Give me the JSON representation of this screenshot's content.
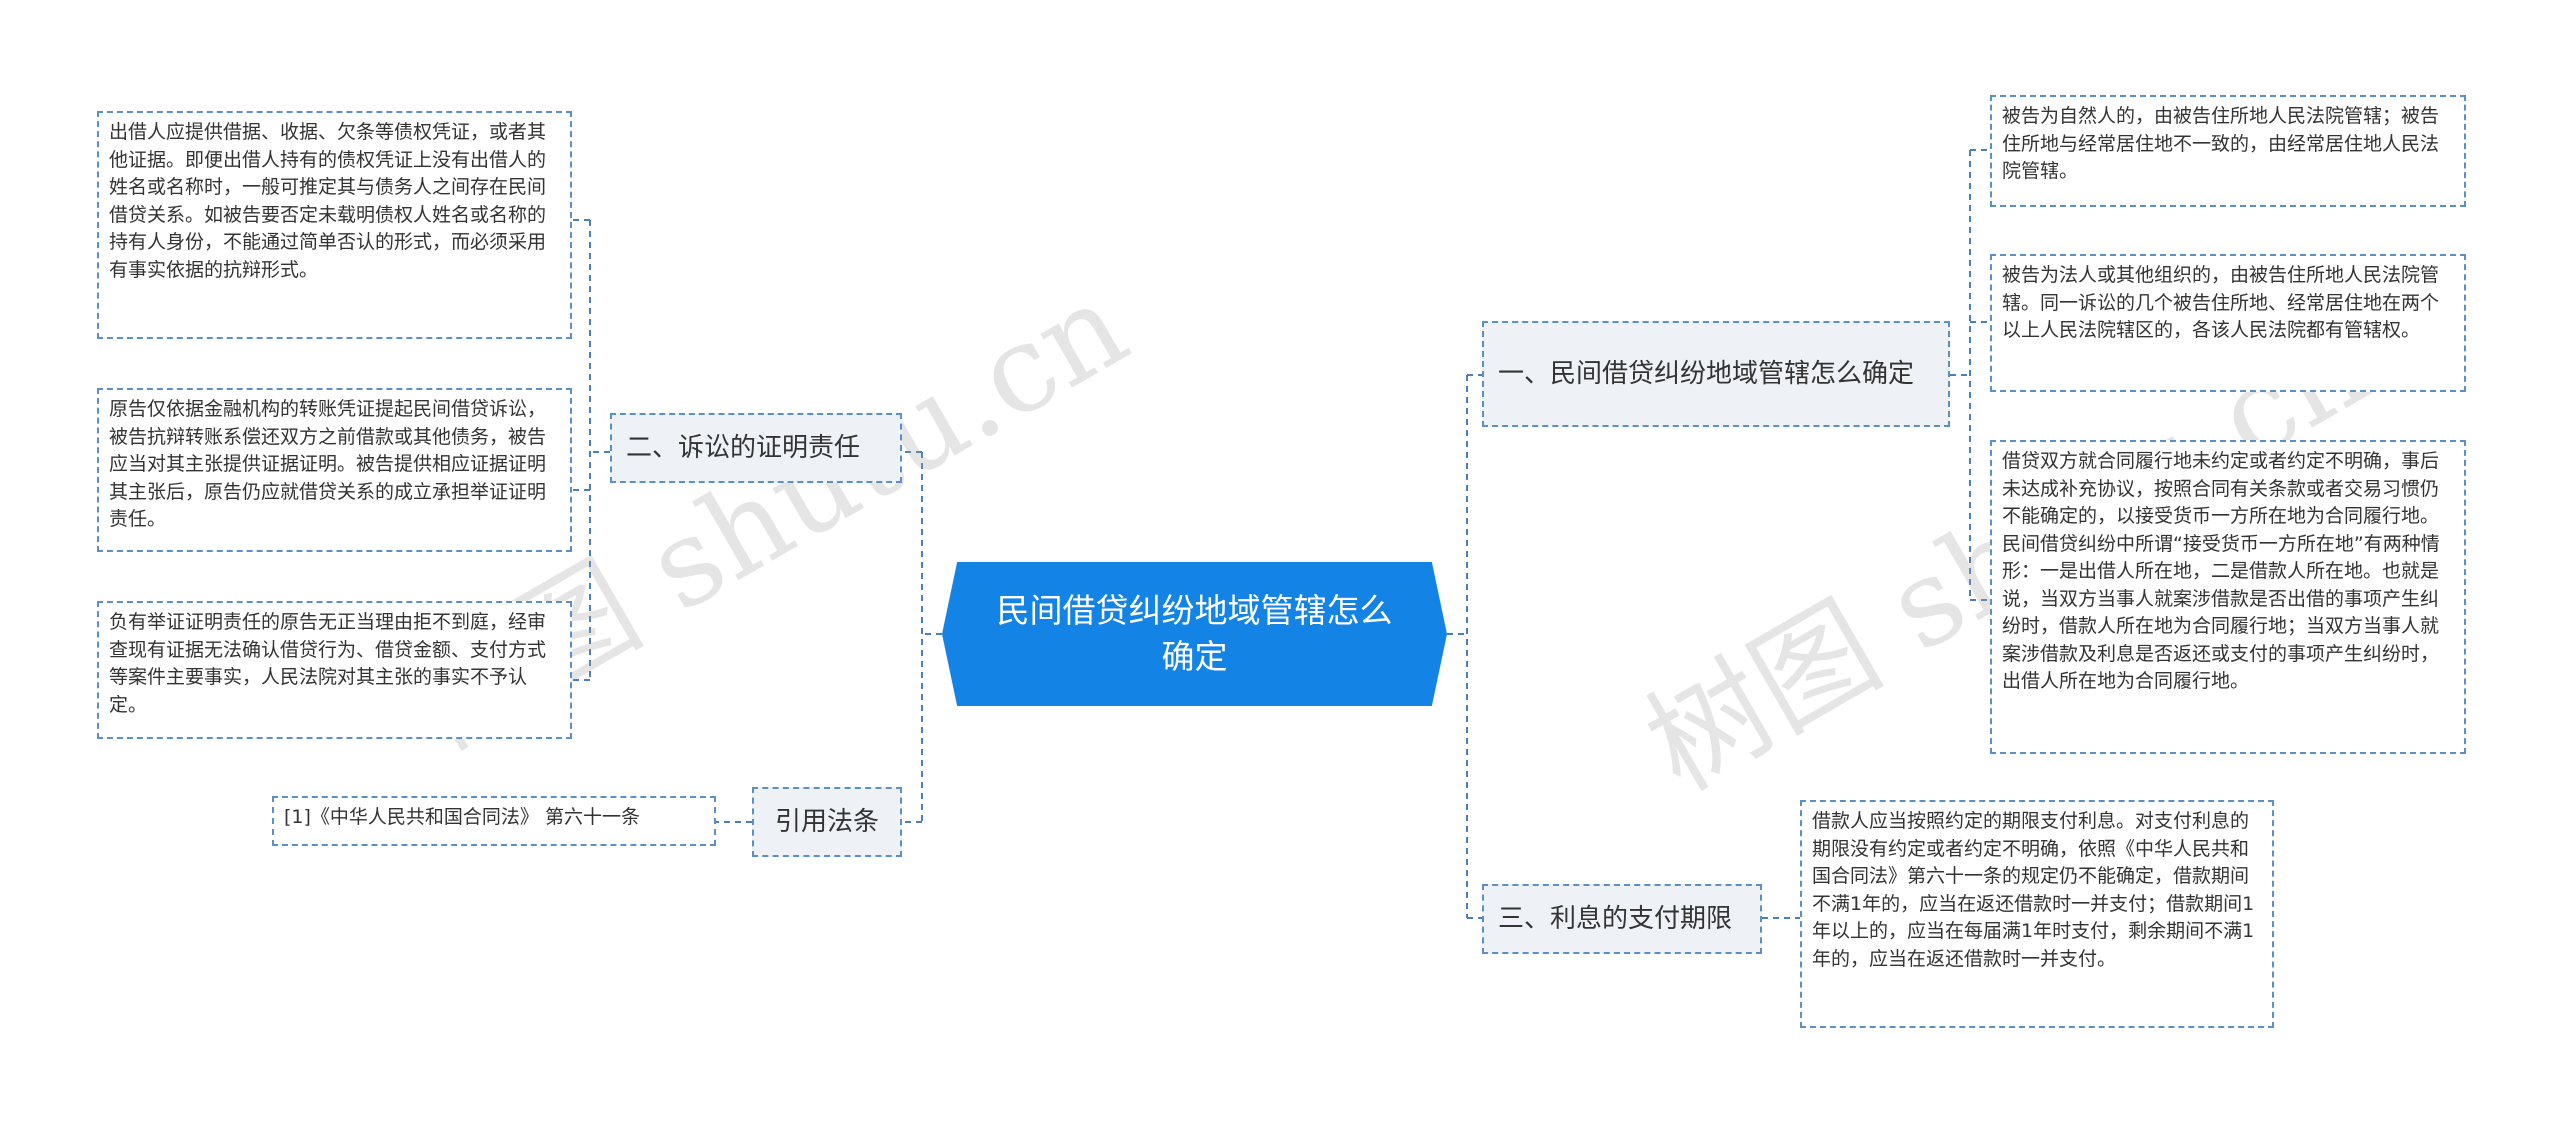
{
  "root": {
    "label": "民间借贷纠纷地域管辖怎么确定"
  },
  "left": {
    "burden": {
      "label": "二、诉讼的证明责任",
      "leaves": [
        "出借人应提供借据、收据、欠条等债权凭证，或者其他证据。即便出借人持有的债权凭证上没有出借人的姓名或名称时，一般可推定其与债务人之间存在民间借贷关系。如被告要否定未载明债权人姓名或名称的持有人身份，不能通过简单否认的形式，而必须采用有事实依据的抗辩形式。",
        "原告仅依据金融机构的转账凭证提起民间借贷诉讼，被告抗辩转账系偿还双方之前借款或其他债务，被告应当对其主张提供证据证明。被告提供相应证据证明其主张后，原告仍应就借贷关系的成立承担举证证明责任。",
        "负有举证证明责任的原告无正当理由拒不到庭，经审查现有证据无法确认借贷行为、借贷金额、支付方式等案件主要事实，人民法院对其主张的事实不予认定。"
      ]
    },
    "citation": {
      "label": "引用法条",
      "leaves": [
        "[1]《中华人民共和国合同法》 第六十一条"
      ]
    }
  },
  "right": {
    "jurisdiction": {
      "label": "一、民间借贷纠纷地域管辖怎么确定",
      "leaves": [
        "被告为自然人的，由被告住所地人民法院管辖；被告住所地与经常居住地不一致的，由经常居住地人民法院管辖。",
        "被告为法人或其他组织的，由被告住所地人民法院管辖。同一诉讼的几个被告住所地、经常居住地在两个以上人民法院辖区的，各该人民法院都有管辖权。",
        "借贷双方就合同履行地未约定或者约定不明确，事后未达成补充协议，按照合同有关条款或者交易习惯仍不能确定的，以接受货币一方所在地为合同履行地。民间借贷纠纷中所谓“接受货币一方所在地”有两种情形：一是出借人所在地，二是借款人所在地。也就是说，当双方当事人就案涉借款是否出借的事项产生纠纷时，借款人所在地为合同履行地；当双方当事人就案涉借款及利息是否返还或支付的事项产生纠纷时，出借人所在地为合同履行地。"
      ]
    },
    "interest": {
      "label": "三、利息的支付期限",
      "leaves": [
        "借款人应当按照约定的期限支付利息。对支付利息的期限没有约定或者约定不明确，依照《中华人民共和国合同法》第六十一条的规定仍不能确定，借款期间不满1年的，应当在返还借款时一并支付；借款期间1年以上的，应当在每届满1年时支付，剩余期间不满1年的，应当在返还借款时一并支付。"
      ]
    }
  },
  "watermark": [
    "树图 shutu.cn",
    "树图 shutu.cn"
  ],
  "colors": {
    "root": "#1384e6",
    "border": "#5b8fc7",
    "branch_bg": "#eef2f6",
    "link": "#4a7fb8"
  }
}
